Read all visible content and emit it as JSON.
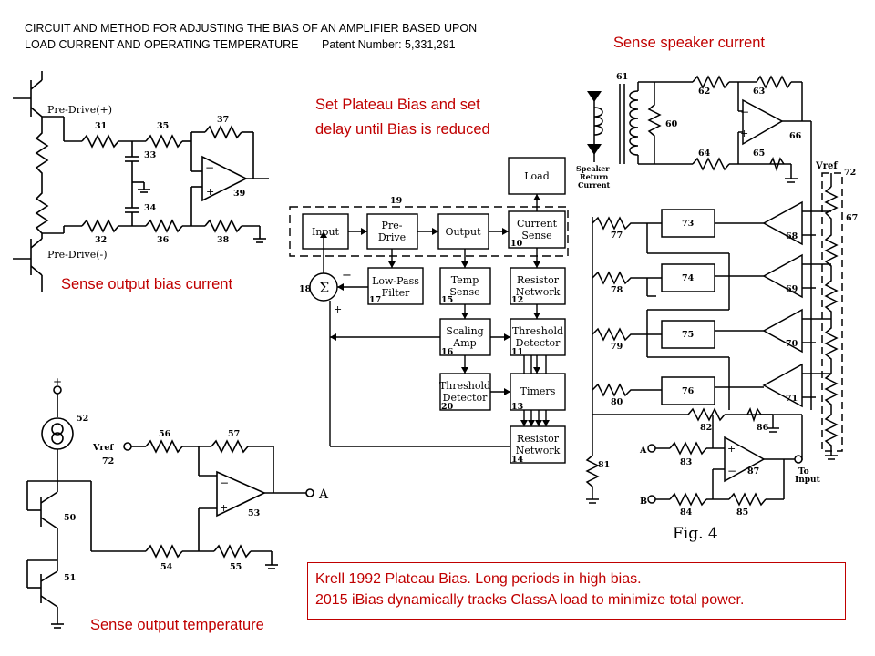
{
  "header": {
    "title_line1": "CIRCUIT AND METHOD FOR ADJUSTING THE BIAS OF AN AMPLIFIER BASED UPON",
    "title_line2": "LOAD CURRENT AND OPERATING TEMPERATURE",
    "patent": "Patent Number: 5,331,291"
  },
  "annotations": {
    "sense_speaker": "Sense speaker  current",
    "plateau_line1": "Set Plateau Bias and set",
    "plateau_line2": "delay until Bias is reduced",
    "sense_output_bias": "Sense output bias current",
    "sense_output_temp": "Sense output temperature"
  },
  "note": {
    "line1": "Krell 1992 Plateau Bias.  Long periods in high bias.",
    "line2": "2015 iBias dynamically tracks ClassA load to minimize total power."
  },
  "bias_circuit": {
    "pre_drive_pos": "Pre-Drive(+)",
    "pre_drive_neg": "Pre-Drive(-)",
    "labels": [
      "31",
      "35",
      "37",
      "33",
      "34",
      "39",
      "32",
      "36",
      "38"
    ]
  },
  "temp_circuit": {
    "vref": "Vref",
    "vref_num": "72",
    "plus": "+",
    "out_label": "A",
    "labels": [
      "52",
      "56",
      "57",
      "50",
      "53",
      "51",
      "54",
      "55"
    ]
  },
  "block_diagram": {
    "blocks": {
      "input": "Input",
      "pre_drive": [
        "Pre-",
        "Drive"
      ],
      "output": "Output",
      "load": "Load",
      "current_sense": [
        "Current",
        "Sense"
      ],
      "low_pass": [
        "Low-Pass",
        "Filter"
      ],
      "temp_sense": [
        "Temp",
        "Sense"
      ],
      "resistor_network_12": [
        "Resistor",
        "Network"
      ],
      "scaling_amp": [
        "Scaling",
        "Amp"
      ],
      "threshold_detector_11": [
        "Threshold",
        "Detector"
      ],
      "threshold_detector_20": [
        "Threshold",
        "Detector"
      ],
      "timers": "Timers",
      "resistor_network_14": [
        "Resistor",
        "Network"
      ]
    },
    "refs": {
      "frame": "19",
      "summer": "18",
      "current_sense": "10",
      "low_pass": "17",
      "temp_sense": "15",
      "resistor_network_12": "12",
      "scaling_amp": "16",
      "threshold_detector_11": "11",
      "threshold_detector_20": "20",
      "timers": "13",
      "resistor_network_14": "14"
    },
    "summer_minus": "−",
    "summer_plus": "+"
  },
  "speaker_circuit": {
    "speaker_label": [
      "Speaker",
      "Return",
      "Current"
    ],
    "vref": "Vref",
    "vref_num": "72",
    "comparators": [
      {
        "box": "73",
        "amp": "68",
        "res": "77"
      },
      {
        "box": "74",
        "amp": "69",
        "res": "78"
      },
      {
        "box": "75",
        "amp": "70",
        "res": "79"
      },
      {
        "box": "76",
        "amp": "71",
        "res": "80"
      }
    ],
    "labels": {
      "t61": "61",
      "r62": "62",
      "r63": "63",
      "r60": "60",
      "a66": "66",
      "r64": "64",
      "r65": "65",
      "r67": "67",
      "r81": "81",
      "r82": "82",
      "r86": "86",
      "r83": "83",
      "a87": "87",
      "r84": "84",
      "r85": "85"
    },
    "in_a": "A",
    "in_b": "B",
    "to_input": [
      "To",
      "Input"
    ],
    "fig_label": "Fig.  4"
  }
}
